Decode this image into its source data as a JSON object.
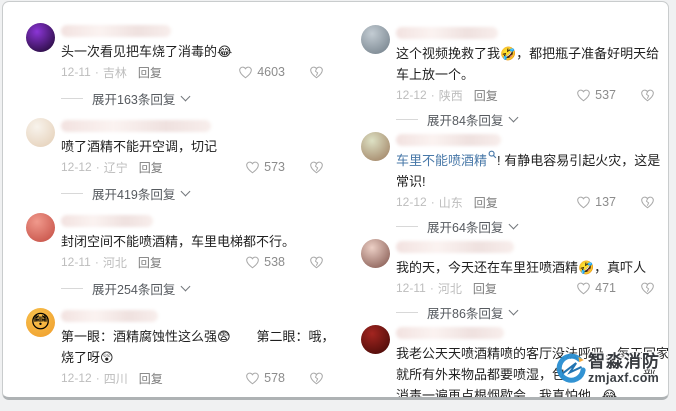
{
  "ui": {
    "reply_label": "回复",
    "meta_separator": "·"
  },
  "colors": {
    "link_blue": "#4878a8",
    "text": "#1f1f1f",
    "meta_gray": "#bdbdbd"
  },
  "watermark": {
    "brand": "智淼消防",
    "site": "zmjaxf.com"
  },
  "columns": [
    {
      "name": "left",
      "comments": [
        {
          "avatar": {
            "c1": "#8b35d6",
            "c2": "#180527",
            "emoji": ""
          },
          "name_w": 110,
          "segments": [
            {
              "type": "text",
              "text": "头一次看见把车烧了消毒的😂"
            }
          ],
          "date": "12-11",
          "location": "吉林",
          "likes": "4603",
          "expand": "展开163条回复"
        },
        {
          "avatar": {
            "c1": "#f8f3ec",
            "c2": "#e3cdb4",
            "emoji": ""
          },
          "name_w": 150,
          "segments": [
            {
              "type": "text",
              "text": "喷了酒精不能开空调，切记"
            }
          ],
          "date": "12-12",
          "location": "辽宁",
          "likes": "573",
          "expand": "展开419条回复"
        },
        {
          "avatar": {
            "c1": "#f0998c",
            "c2": "#c24a40",
            "emoji": ""
          },
          "name_w": 92,
          "segments": [
            {
              "type": "text",
              "text": "封闭空间不能喷酒精，车里电梯都不行。"
            }
          ],
          "date": "12-11",
          "location": "河北",
          "likes": "538",
          "expand": "展开254条回复"
        },
        {
          "avatar": {
            "c1": "#f8c24d",
            "c2": "#ef9c2c",
            "emoji": "😳"
          },
          "name_w": 97,
          "segments": [
            {
              "type": "text",
              "text": "第一眼：酒精腐蚀性这么强😨　　第二眼：哦，烧了呀😲"
            }
          ],
          "date": "12-12",
          "location": "四川",
          "likes": "578",
          "expand": null
        }
      ]
    },
    {
      "name": "right",
      "comments": [
        {
          "avatar": {
            "c1": "#c3ccd3",
            "c2": "#6f7c86",
            "emoji": ""
          },
          "name_w": 102,
          "segments": [
            {
              "type": "text",
              "text": "这个视频挽救了我🤣，都把瓶子准备好明天给车上放一个。"
            }
          ],
          "date": "12-12",
          "location": "陕西",
          "likes": "537",
          "expand": "展开84条回复"
        },
        {
          "avatar": {
            "c1": "#dde1c4",
            "c2": "#9b7a5c",
            "emoji": ""
          },
          "name_w": 105,
          "segments": [
            {
              "type": "link",
              "text": "车里不能喷酒精"
            },
            {
              "type": "text",
              "text": "! 有静电容易引起火灾，这是常识!"
            }
          ],
          "date": "12-12",
          "location": "山东",
          "likes": "137",
          "expand": "展开64条回复"
        },
        {
          "avatar": {
            "c1": "#eccfc5",
            "c2": "#7d5048",
            "emoji": ""
          },
          "name_w": 118,
          "segments": [
            {
              "type": "text",
              "text": "我的天，今天还在车里狂喷酒精🤣，真吓人"
            }
          ],
          "date": "12-11",
          "location": "河北",
          "likes": "471",
          "expand": "展开86条回复"
        },
        {
          "avatar": {
            "c1": "#a32520",
            "c2": "#3f0805",
            "emoji": ""
          },
          "name_w": 108,
          "segments": [
            {
              "type": "text",
              "text": "我老公天天喷酒精喷的客厅没法呼吸，每天回家就所有外来物品都要喷湿，包"
            },
            {
              "type": "gap"
            },
            {
              "type": "text",
              "text": "部消毒一遍再点根烟歇会，我真怕他...😂"
            }
          ],
          "date": null,
          "location": null,
          "likes": null,
          "expand": null
        }
      ]
    }
  ]
}
